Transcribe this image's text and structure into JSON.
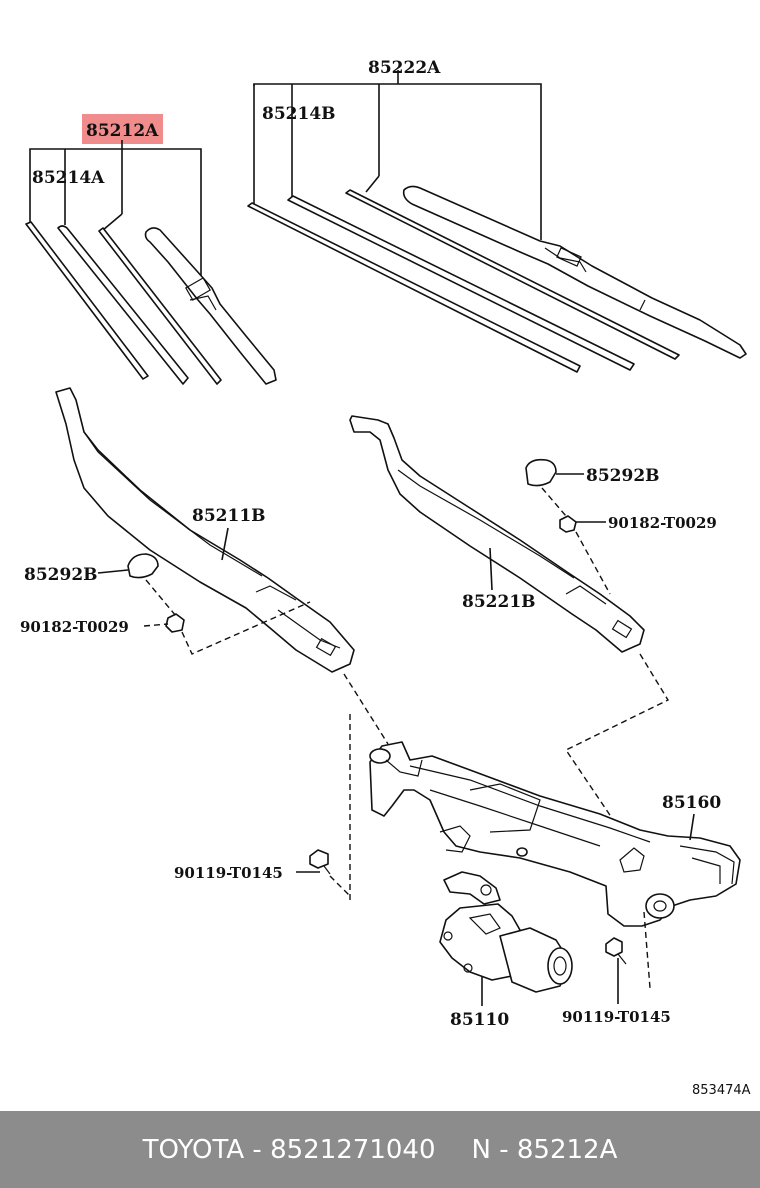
{
  "labels": {
    "p85222a": "85222A",
    "p85214b": "85214B",
    "p85212a": "85212A",
    "p85214a": "85214A",
    "p85211b": "85211B",
    "p85292b_left": "85292B",
    "p90182_left": "90182-T0029",
    "p85292b_right": "85292B",
    "p90182_right": "90182-T0029",
    "p85221b": "85221B",
    "p85160": "85160",
    "p90119_left": "90119-T0145",
    "p85110": "85110",
    "p90119_right": "90119-T0145",
    "diagram_ref": "853474A"
  },
  "highlight_color": "#f08c8c",
  "footer": {
    "brand": "TOYOTA",
    "separator": " - ",
    "part_number": "8521271040",
    "n_label": "N",
    "n_value": "85212A"
  }
}
